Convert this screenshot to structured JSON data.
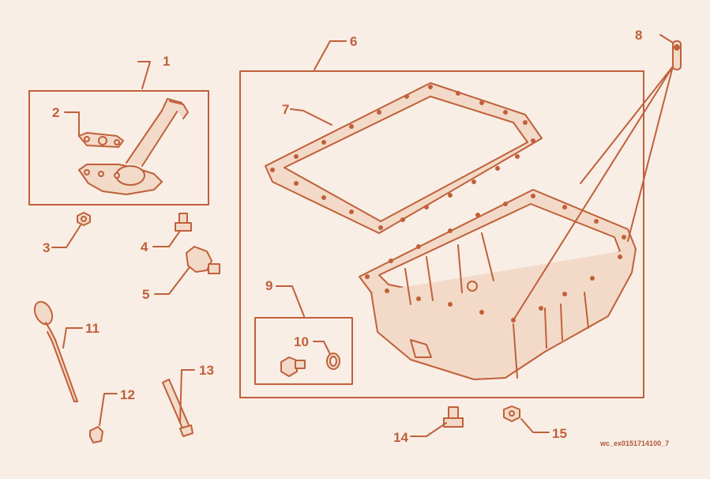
{
  "diagram": {
    "line_color": "#c0603a",
    "fill_color": "#f3dac8",
    "background": "#f8eee5",
    "callouts": {
      "c1": "1",
      "c2": "2",
      "c3": "3",
      "c4": "4",
      "c5": "5",
      "c6": "6",
      "c7": "7",
      "c8": "8",
      "c9": "9",
      "c10": "10",
      "c11": "11",
      "c12": "12",
      "c13": "13",
      "c14": "14",
      "c15": "15"
    },
    "reference_code": "wc_ex0151714100_7"
  }
}
